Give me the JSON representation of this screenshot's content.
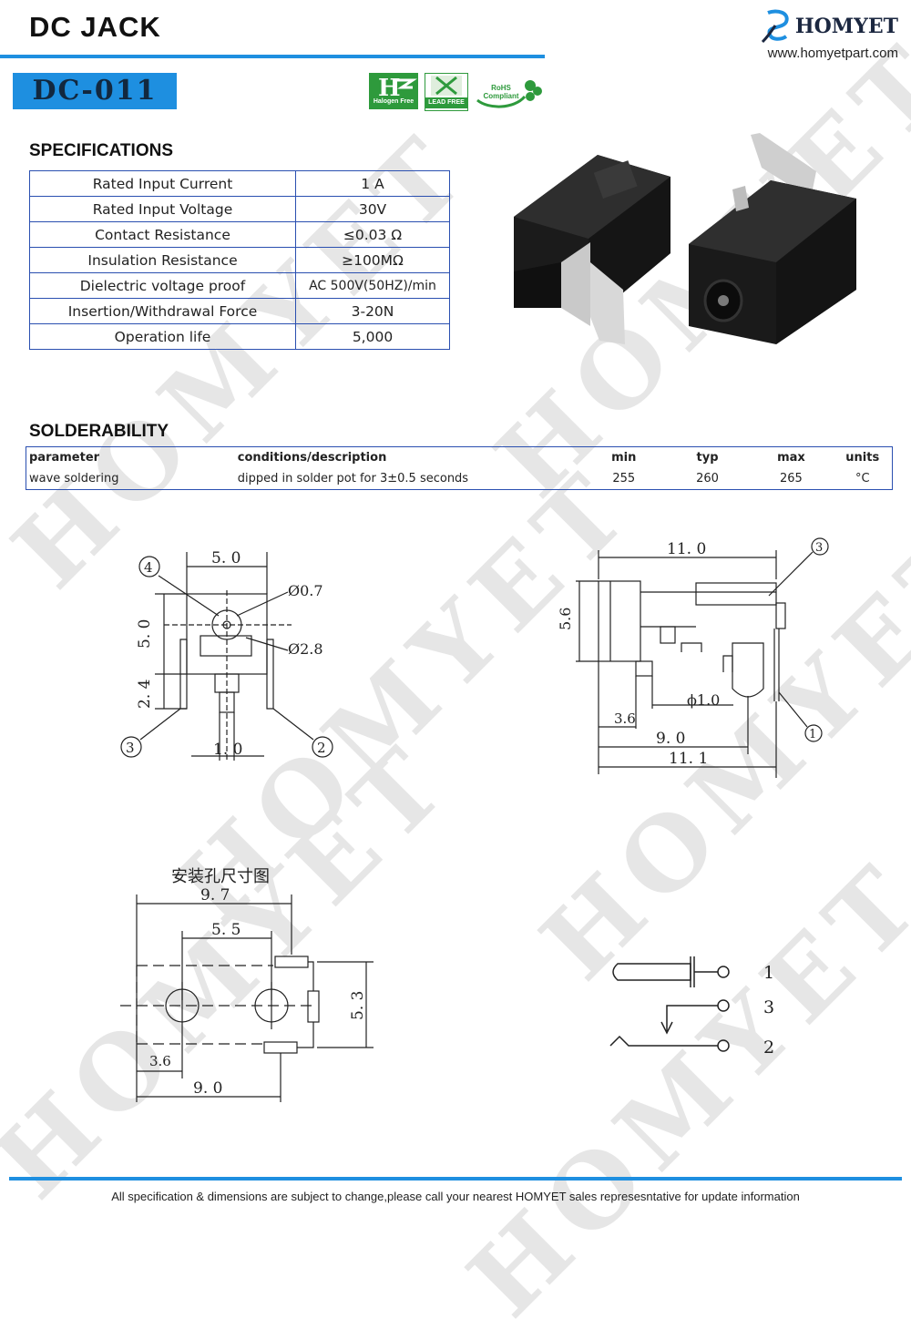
{
  "header": {
    "title": "DC  JACK",
    "brand_name": "HOMYET",
    "brand_url": "www.homyetpart.com",
    "model": "DC-011",
    "badges": [
      "Halogen Free",
      "LEAD FREE",
      "RoHS Compliant"
    ]
  },
  "watermark": "HOMYET",
  "specifications": {
    "heading": "SPECIFICATIONS",
    "rows": [
      {
        "key": "Rated Input Current",
        "value": "1 A"
      },
      {
        "key": "Rated Input Voltage",
        "value": "30V"
      },
      {
        "key": "Contact Resistance",
        "value": "≤0.03 Ω"
      },
      {
        "key": "Insulation Resistance",
        "value": "≥100MΩ"
      },
      {
        "key": "Dielectric voltage proof",
        "value": "AC 500V(50HZ)/min"
      },
      {
        "key": "Insertion/Withdrawal Force",
        "value": "3-20N"
      },
      {
        "key": "Operation life",
        "value": "5,000"
      }
    ]
  },
  "solderability": {
    "heading": "SOLDERABILITY",
    "columns": [
      "parameter",
      "conditions/description",
      "min",
      "typ",
      "max",
      "units"
    ],
    "rows": [
      [
        "wave soldering",
        "dipped in solder pot for  3±0.5 seconds",
        "255",
        "260",
        "265",
        "°C"
      ]
    ]
  },
  "drawings": {
    "front": {
      "w": "5. 0",
      "h": "5. 0",
      "h2": "2. 4",
      "pin": "1. 0",
      "d1": "Ø0.7",
      "d2": "Ø2.8",
      "p4": "4",
      "p3": "3",
      "p2": "2"
    },
    "side": {
      "len": "11. 0",
      "h": "5.6",
      "d": "ϕ1.0",
      "a": "3.6",
      "b": "9. 0",
      "c": "11. 1",
      "p3": "3",
      "p1": "1"
    },
    "pcb": {
      "title": "安装孔尺寸图",
      "w1": "9. 7",
      "w2": "5. 5",
      "h": "5. 3",
      "a": "3.6",
      "b": "9. 0"
    },
    "schematic": {
      "p1": "1",
      "p3": "3",
      "p2": "2"
    }
  },
  "footer": "All specification & dimensions are subject to change,please call your nearest HOMYET sales represesntative for update information",
  "colors": {
    "accent": "#1e8fe0",
    "table_border": "#2a4fb0",
    "badge_green": "#2e9a3c"
  }
}
